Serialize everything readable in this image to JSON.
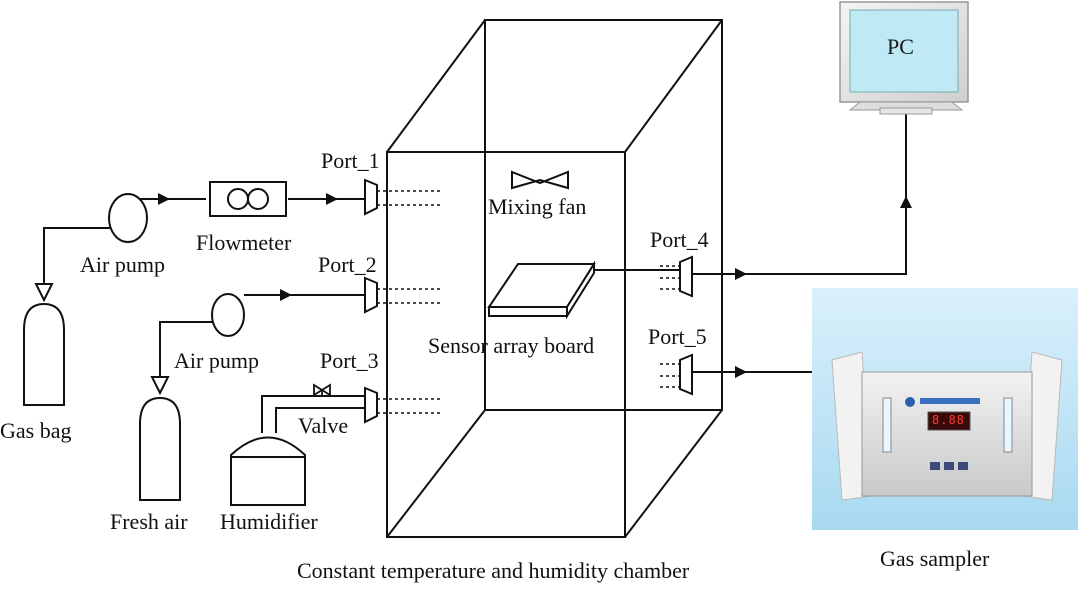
{
  "labels": {
    "port_1": "Port_1",
    "port_2": "Port_2",
    "port_3": "Port_3",
    "port_4": "Port_4",
    "port_5": "Port_5",
    "mixing_fan": "Mixing fan",
    "flowmeter": "Flowmeter",
    "air_pump_1": "Air pump",
    "air_pump_2": "Air pump",
    "gas_bag": "Gas bag",
    "fresh_air": "Fresh air",
    "humidifier": "Humidifier",
    "valve": "Valve",
    "sensor_array_board": "Sensor array board",
    "chamber": "Constant temperature and humidity chamber",
    "gas_sampler": "Gas sampler",
    "pc": "PC"
  },
  "sampler_display": "8.88",
  "colors": {
    "line": "#111111",
    "pc_screen": "#bfe9f5",
    "pc_frame": "#e4e4e4",
    "sampler_bg": "#cfeaf7",
    "sampler_display": "#d11a1a"
  }
}
